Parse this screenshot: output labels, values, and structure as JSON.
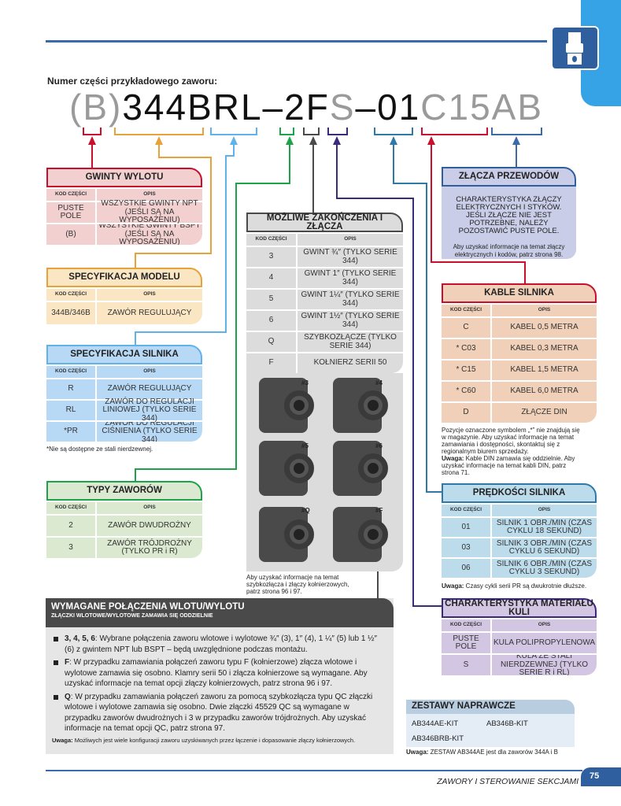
{
  "intro": "Numer części przykładowego zaworu:",
  "part_number": {
    "p1": "(B)",
    "p2": "344BRL–2F",
    "p3": "S",
    "p4": "–01",
    "p5": "C15AB"
  },
  "colors": {
    "crimson": "#c8102e",
    "orange": "#e8a23a",
    "lightblue": "#5fb3ea",
    "green": "#1fa34a",
    "gray": "#4a4a4a",
    "purple": "#3b2a7a",
    "teal": "#2f79a8",
    "red": "#d0142c",
    "blue": "#3b6aa8"
  },
  "tables": {
    "gwinty": {
      "title": "GWINTY WYLOTU",
      "col1": "KOD CZĘŚCI",
      "col2": "OPIS",
      "rows": [
        [
          "PUSTE POLE",
          "WSZYSTKIE GWINTY NPT (JEŚLI SĄ NA WYPOSAŻENIU)"
        ],
        [
          "(B)",
          "WSZYSTKIE GWINTY BSPT (JEŚLI SĄ NA WYPOSAŻENIU)"
        ]
      ]
    },
    "model": {
      "title": "SPECYFIKACJA MODELU",
      "col1": "KOD CZĘŚCI",
      "col2": "OPIS",
      "rows": [
        [
          "344B/346B",
          "ZAWÓR REGULUJĄCY"
        ]
      ]
    },
    "silnik": {
      "title": "SPECYFIKACJA SILNIKA",
      "col1": "KOD CZĘŚCI",
      "col2": "OPIS",
      "rows": [
        [
          "R",
          "ZAWÓR REGULUJĄCY"
        ],
        [
          "RL",
          "ZAWÓR DO REGULACJI LINIOWEJ (TYLKO SERIE 344)"
        ],
        [
          "*PR",
          "ZAWÓR DO REGULACJI CIŚNIENIA (TYLKO SERIE 344)"
        ]
      ]
    },
    "typy": {
      "title": "TYPY ZAWORÓW",
      "col1": "KOD CZĘŚCI",
      "col2": "OPIS",
      "rows": [
        [
          "2",
          "ZAWÓR DWUDROŻNY"
        ],
        [
          "3",
          "ZAWÓR TRÓJDROŻNY (TYLKO PR i R)"
        ]
      ]
    },
    "zakonczenia": {
      "title": "MOŻLIWE ZAKOŃCZENIA I ZŁĄCZA",
      "col1": "KOD CZĘŚCI",
      "col2": "OPIS",
      "rows": [
        [
          "3",
          "GWINT ¾″ (TYLKO SERIE 344)"
        ],
        [
          "4",
          "GWINT 1″ (TYLKO SERIE 344)"
        ],
        [
          "5",
          "GWINT 1¼″ (TYLKO SERIE 344)"
        ],
        [
          "6",
          "GWINT 1½″ (TYLKO SERIE 344)"
        ],
        [
          "Q",
          "SZYBKOZŁĄCZE (TYLKO SERIE 344)"
        ],
        [
          "F",
          "KOŁNIERZ SERII 50"
        ]
      ]
    },
    "kable": {
      "title": "KABLE SILNIKA",
      "col1": "KOD CZĘŚCI",
      "col2": "OPIS",
      "rows": [
        [
          "C",
          "KABEL 0,5 METRA"
        ],
        [
          "* C03",
          "KABEL 0,3 METRA"
        ],
        [
          "* C15",
          "KABEL 1,5 METRA"
        ],
        [
          "* C60",
          "KABEL 6,0 METRA"
        ],
        [
          "D",
          "ZŁĄCZE DIN"
        ]
      ]
    },
    "predkosci": {
      "title": "PRĘDKOŚCI SILNIKA",
      "col1": "KOD CZĘŚCI",
      "col2": "OPIS",
      "rows": [
        [
          "01",
          "SILNIK 1 OBR./MIN (CZAS CYKLU 18 SEKUND)"
        ],
        [
          "03",
          "SILNIK 3 OBR./MIN (CZAS CYKLU 6 SEKUND)"
        ],
        [
          "06",
          "SILNIK 6 OBR./MIN (CZAS CYKLU 3 SEKUND)"
        ]
      ]
    },
    "kula": {
      "title": "CHARAKTERYSTYKA MATERIAŁU KULI",
      "col1": "KOD CZĘŚCI",
      "col2": "OPIS",
      "rows": [
        [
          "PUSTE POLE",
          "KULA POLIPROPYLENOWA"
        ],
        [
          "S",
          "KULA ZE STALI NIERDZEWNEJ (TYLKO SERIE R i RL)"
        ]
      ]
    }
  },
  "silnik_note": "*Nie są dostępne ze stali nierdzewnej.",
  "fitting_labels": [
    "#3",
    "#4",
    "#5",
    "#6",
    "#Q",
    "#F"
  ],
  "fittings_note": "Aby uzyskać informacje na temat szybkozłącza i złączy kołnierzowych, patrz strona 96 i 97.",
  "zlacza": {
    "title": "ZŁĄCZA PRZEWODÓW",
    "text": "CHARAKTERYSTYKA ZŁĄCZY ELEKTRYCZNYCH I STYKÓW. JEŚLI ZŁĄCZE NIE JEST POTRZEBNE, NALEŻY POZOSTAWIĆ PUSTE POLE.",
    "small": "Aby uzyskać informacje na temat złączy elektrycznych i kodów, patrz strona 98."
  },
  "kable_note": {
    "text": "Pozycje oznaczone symbolem „*” nie znajdują się w magazynie. Aby uzyskać informacje na temat zamawiania i dostępności, skontaktuj się z regionalnym biurem sprzedaży.",
    "label": "Uwaga:",
    "uwaga": " Kable DIN zamawia się oddzielnie. Aby uzyskać informacje na temat kabli DIN, patrz strona 71."
  },
  "predkosci_note": {
    "label": "Uwaga:",
    "text": " Czasy cykli serii PR są dwukrotnie dłuższe."
  },
  "wymagane": {
    "title": "WYMAGANE POŁĄCZENIA WLOTU/WYLOTU",
    "subtitle": "ZŁĄCZKI WLOTOWE/WYLOTOWE ZAMAWIA SIĘ ODDZIELNIE",
    "items": [
      {
        "b": "3, 4, 5, 6",
        "t": ": Wybrane połączenia zaworu wlotowe i wylotowe ¾″ (3), 1″ (4), 1 ¼″ (5) lub 1 ½″ (6) z gwintem NPT lub BSPT – będą uwzględnione podczas montażu."
      },
      {
        "b": "F",
        "t": ": W przypadku zamawiania połączeń zaworu typu F (kołnierzowe) złącza wlotowe i wylotowe zamawia się osobno. Klamry serii 50 i złącza kołnierzowe są wymagane. Aby uzyskać informacje na temat opcji złączy kołnierzowych, patrz strona 96 i 97."
      },
      {
        "b": "Q",
        "t": ": W przypadku zamawiania połączeń zaworu za pomocą szybkozłącza typu QC złączki wlotowe i wylotowe zamawia się osobno. Dwie złączki 45529 QC są wymagane w przypadku zaworów dwudrożnych i 3 w przypadku zaworów trójdrożnych. Aby uzyskać informacje na temat opcji QC, patrz strona 97."
      }
    ],
    "uwaga_label": "Uwaga:",
    "uwaga": " Możliwych jest wiele konfiguracji zaworu uzyskiwanych przez łączenie i dopasowanie złączy kołnierzowych."
  },
  "zestawy": {
    "title": "ZESTAWY NAPRAWCZE",
    "kits": [
      "AB344AE-KIT",
      "AB346B-KIT",
      "AB346BRB-KIT"
    ],
    "uwaga_label": "Uwaga:",
    "uwaga": " ZESTAW AB344AE jest dla zaworów 344A i B"
  },
  "footer": {
    "section": "ZAWORY I STEROWANIE SEKCJAMI",
    "page": "75"
  }
}
